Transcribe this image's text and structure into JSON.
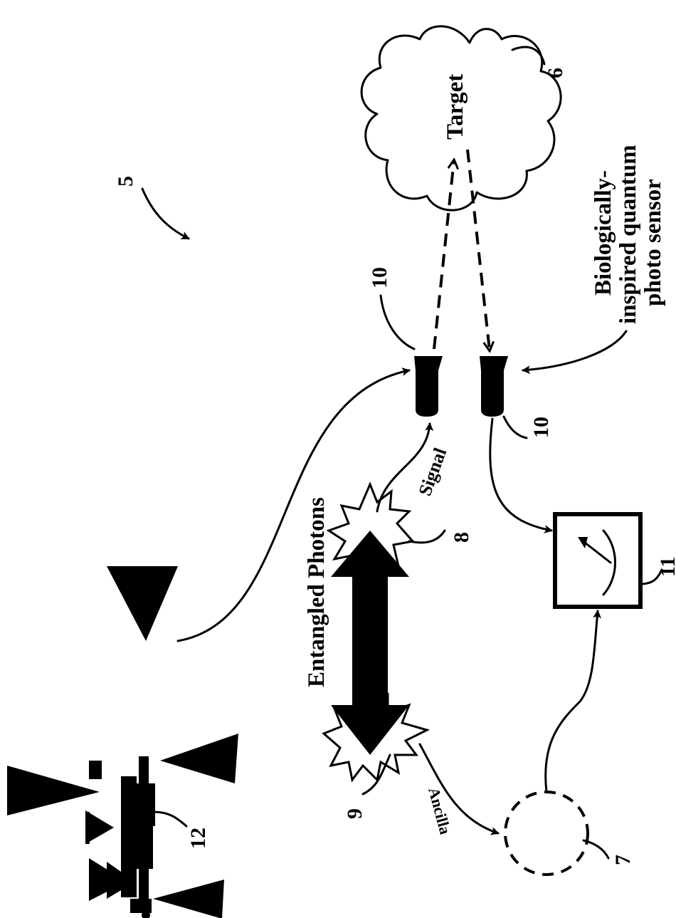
{
  "labels": {
    "ref_5": "5",
    "ref_6": "6",
    "ref_7": "7",
    "ref_8": "8",
    "ref_9": "9",
    "ref_10_top": "10",
    "ref_10_bottom": "10",
    "ref_11": "11",
    "ref_12": "12",
    "target": "Target",
    "entangled_photons": "Entangled Photons",
    "signal": "Signal",
    "ancilla": "Ancilla",
    "sensor_line1": "Biologically-",
    "sensor_line2": "inspired quantum",
    "sensor_line3": "photo sensor"
  },
  "colors": {
    "ink": "#000000",
    "paper": "#ffffff"
  }
}
